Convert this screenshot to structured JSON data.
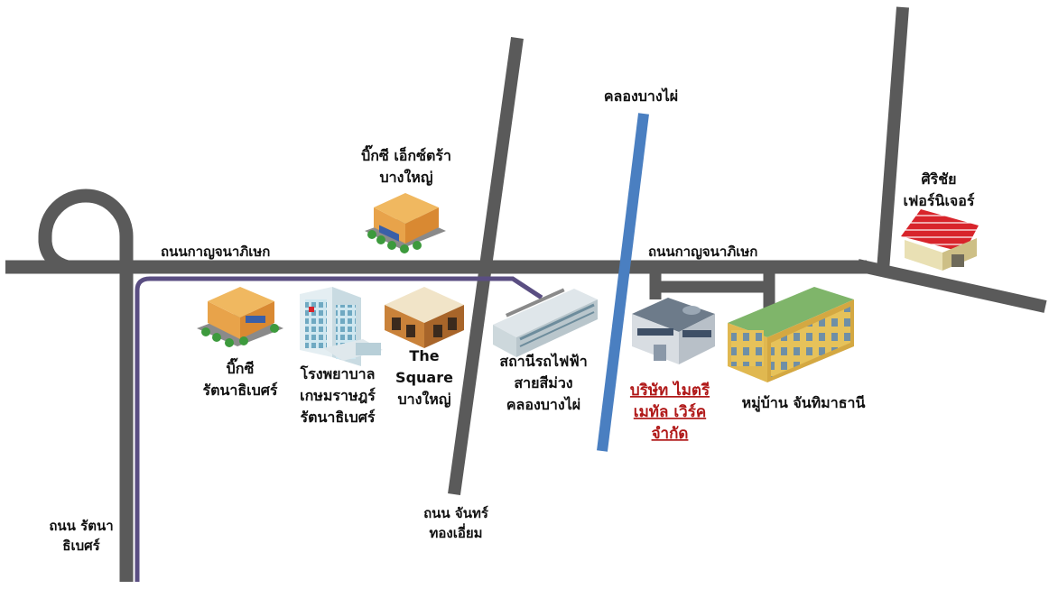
{
  "map": {
    "roads": {
      "main_left_label": "ถนนกาญจนาภิเษก",
      "main_right_label": "ถนนกาญจนาภิเษก",
      "rattanathibet_line1": "ถนน รัตนา",
      "rattanathibet_line2": "ธิเบศร์",
      "chanthongaiam_line1": "ถนน จันทร์",
      "chanthongaiam_line2": "ทองเอี่ยม"
    },
    "canal_label": "คลองบางไผ่",
    "places": {
      "bigc_extra_line1": "บิ๊กซี เอ็กซ์ตร้า",
      "bigc_extra_line2": "บางใหญ่",
      "bigc_line1": "บิ๊กซี",
      "bigc_line2": "รัตนาธิเบศร์",
      "hospital_line1": "โรงพยาบาล",
      "hospital_line2": "เกษมราษฎร์",
      "hospital_line3": "รัตนาธิเบศร์",
      "square_line1": "The",
      "square_line2": "Square",
      "square_line3": "บางใหญ่",
      "station_line1": "สถานีรถไฟฟ้า",
      "station_line2": "สายสีม่วง",
      "station_line3": "คลองบางไผ่",
      "company_line1": "บริษัท ไมตรี",
      "company_line2": "เมทัล เวิร์ค",
      "company_line3": "จำกัด",
      "village_label": "หมู่บ้าน จันทิมาธานี",
      "siri_line1": "ศิริชัย",
      "siri_line2": "เฟอร์นิเจอร์"
    },
    "colors": {
      "road": "#5a5a5a",
      "canal": "#4a7fc1",
      "purple_line": "#5a4e82",
      "company_text": "#b01818"
    }
  }
}
